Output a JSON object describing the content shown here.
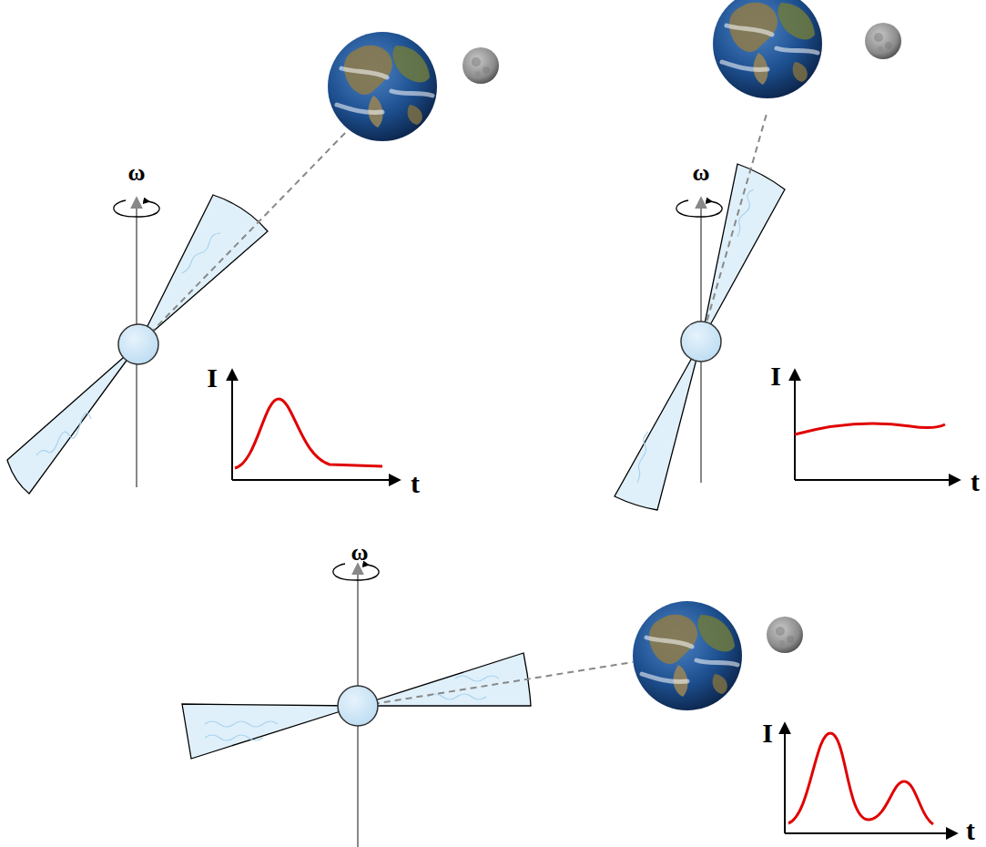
{
  "diagram": {
    "labels": [
      "ω",
      "I",
      "t",
      "ω",
      "I",
      "t",
      "ω",
      "I",
      "t"
    ]
  }
}
